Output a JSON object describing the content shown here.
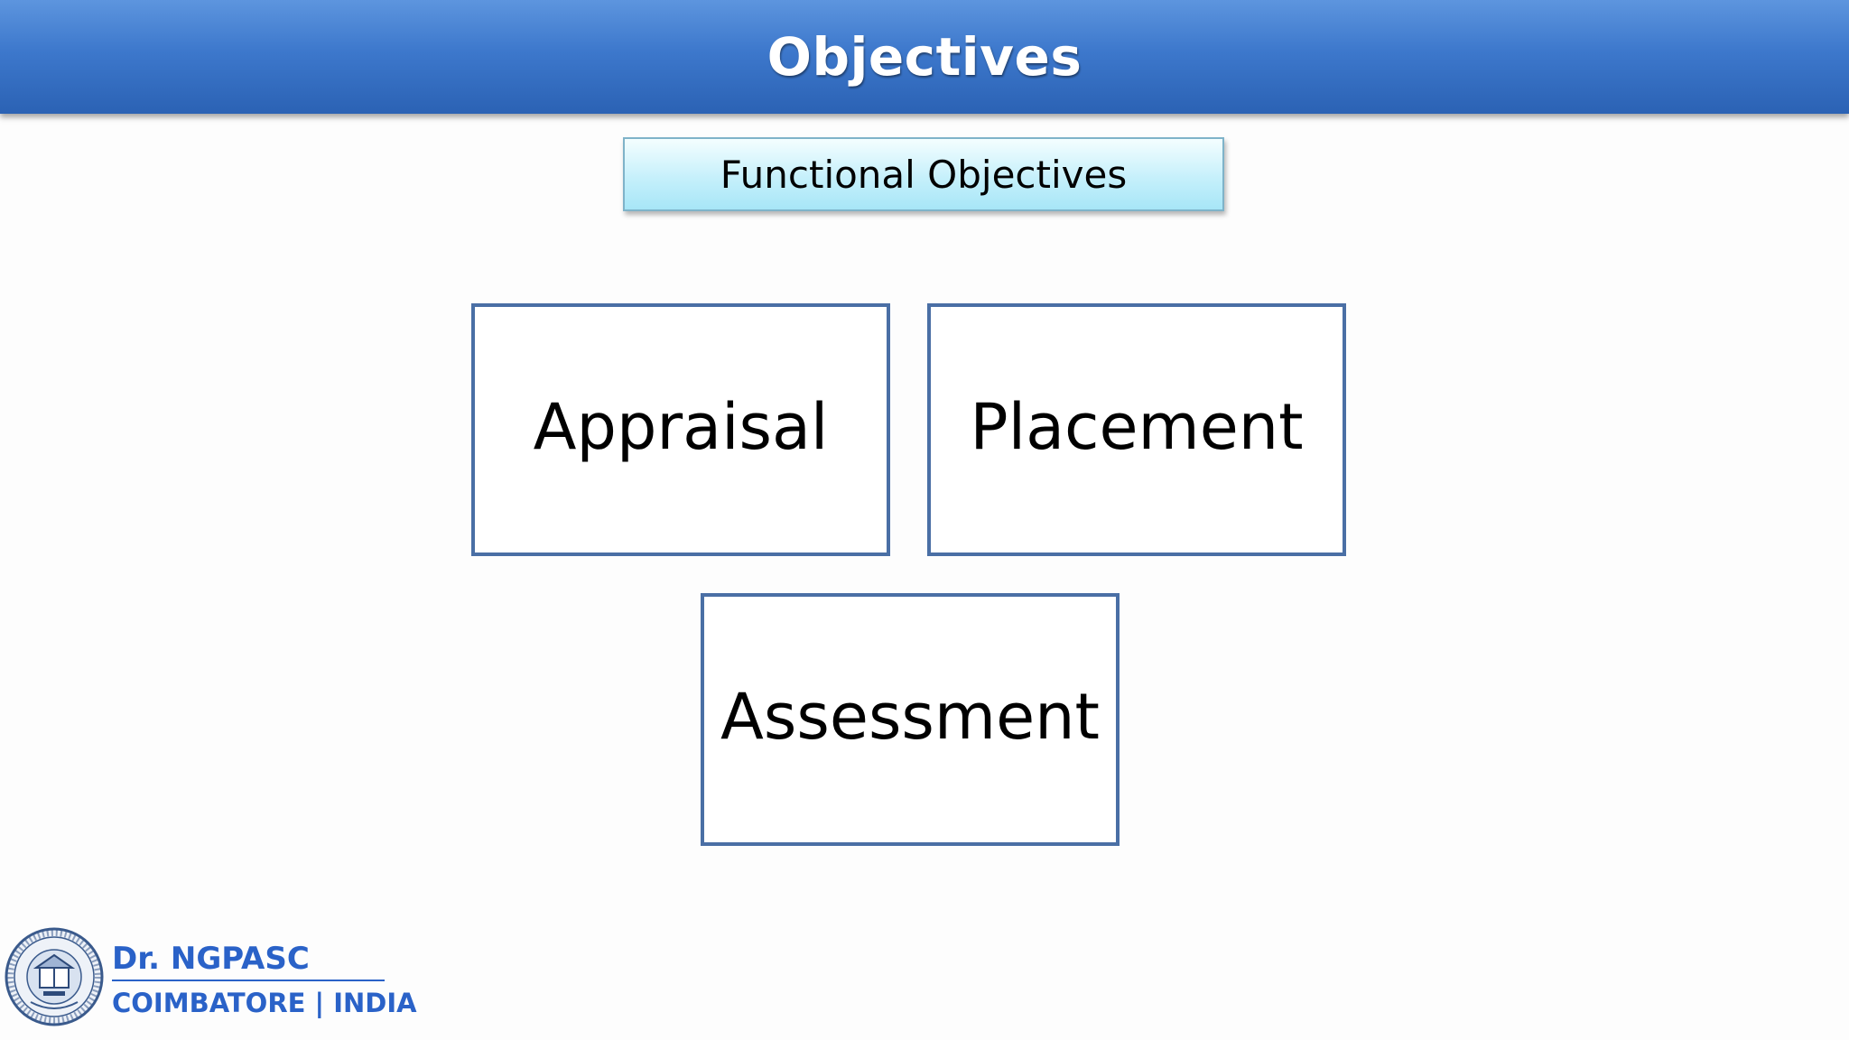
{
  "slide": {
    "title": "Objectives",
    "subtitle": "Functional Objectives",
    "objectives": [
      "Appraisal",
      "Placement",
      "Assessment"
    ]
  },
  "footer": {
    "institution": "Dr. NGPASC",
    "location": "COIMBATORE | INDIA",
    "logo_icon": "college-seal-icon"
  },
  "colors": {
    "title_bar": "#3d78cc",
    "box_border": "#4a6fa5",
    "subtitle_fill": "#c6f0fb",
    "footer_text": "#2a62c8"
  }
}
